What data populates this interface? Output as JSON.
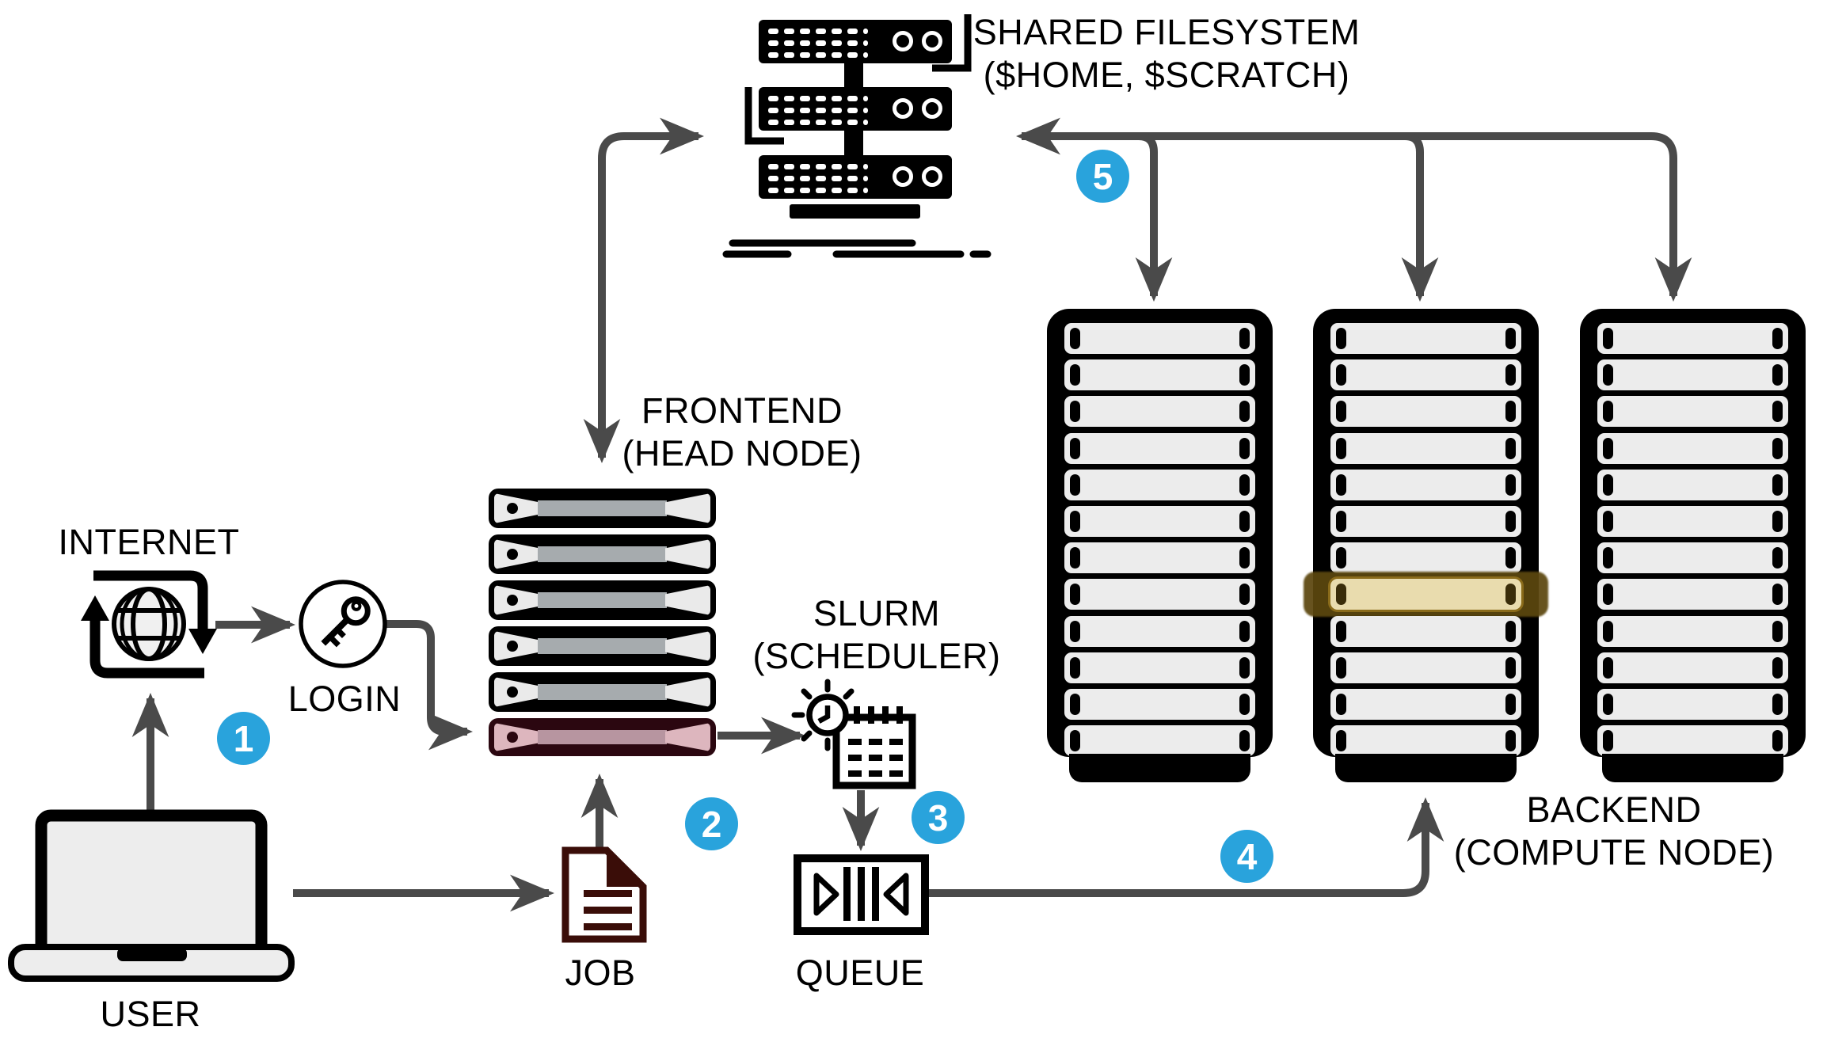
{
  "labels": {
    "user": "USER",
    "internet": "INTERNET",
    "login": "LOGIN",
    "job": "JOB",
    "queue": "QUEUE",
    "frontend_line1": "FRONTEND",
    "frontend_line2": "(HEAD NODE)",
    "filesystem_line1": "SHARED FILESYSTEM",
    "filesystem_line2": "($HOME, $SCRATCH)",
    "slurm_line1": "SLURM",
    "slurm_line2": "(SCHEDULER)",
    "backend_line1": "BACKEND",
    "backend_line2": "(COMPUTE NODE)"
  },
  "badges": [
    {
      "label": "1"
    },
    {
      "label": "2"
    },
    {
      "label": "3"
    },
    {
      "label": "4"
    },
    {
      "label": "5"
    }
  ],
  "frontend": {
    "blade_count": 6,
    "highlighted_blade_index": 5
  },
  "backend": {
    "racks": [
      {
        "slot_count": 12,
        "highlighted_slot_index": null
      },
      {
        "slot_count": 12,
        "highlighted_slot_index": 7
      },
      {
        "slot_count": 12,
        "highlighted_slot_index": null
      }
    ]
  },
  "filesystem": {
    "unit_count": 3
  },
  "colors": {
    "badge_blue": "#29a3dc",
    "arrow_gray": "#4a4a4a",
    "highlight_amber": "#e9dcae",
    "highlight_amber_glow": "#5c470f",
    "highlight_pink": "#ddb6be",
    "blade_dark_maroon": "#2b0710",
    "job_maroon": "#3a0d08",
    "slot_gray": "#ececec"
  }
}
